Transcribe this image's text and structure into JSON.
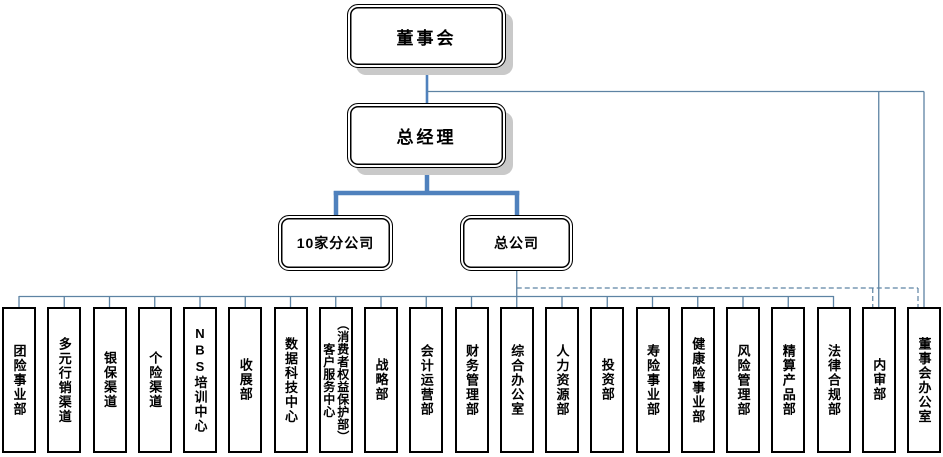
{
  "nodes": {
    "board": "董事会",
    "general_manager": "总经理",
    "branch_companies": "10家分公司",
    "head_office": "总公司"
  },
  "departments": [
    "团险事业部",
    "多元行销渠道",
    "银保渠道",
    "个险渠道",
    "NBS培训中心",
    "收展部",
    "数据科技中心",
    "客户服务中心\n（消费者权益保护部）",
    "战略部",
    "会计运营部",
    "财务管理部",
    "综合办公室",
    "人力资源部",
    "投资部",
    "寿险事业部",
    "健康险事业部",
    "风险管理部",
    "精算产品部",
    "法律合规部",
    "内审部",
    "董事会办公室"
  ],
  "connections": {
    "board_to": [
      "总经理",
      "内审部",
      "董事会办公室"
    ],
    "general_manager_to": [
      "10家分公司",
      "总公司"
    ],
    "head_office_solid_to_departments_count": 19,
    "head_office_dashed_to": [
      "内审部",
      "董事会办公室"
    ]
  },
  "colors": {
    "line_thin": "#5d83a3",
    "line_thick": "#4f81bd",
    "node_border": "#000000",
    "node_fill": "#ffffff",
    "shadow": "#c9c9c9",
    "text": "#000000",
    "background": "#ffffff"
  }
}
